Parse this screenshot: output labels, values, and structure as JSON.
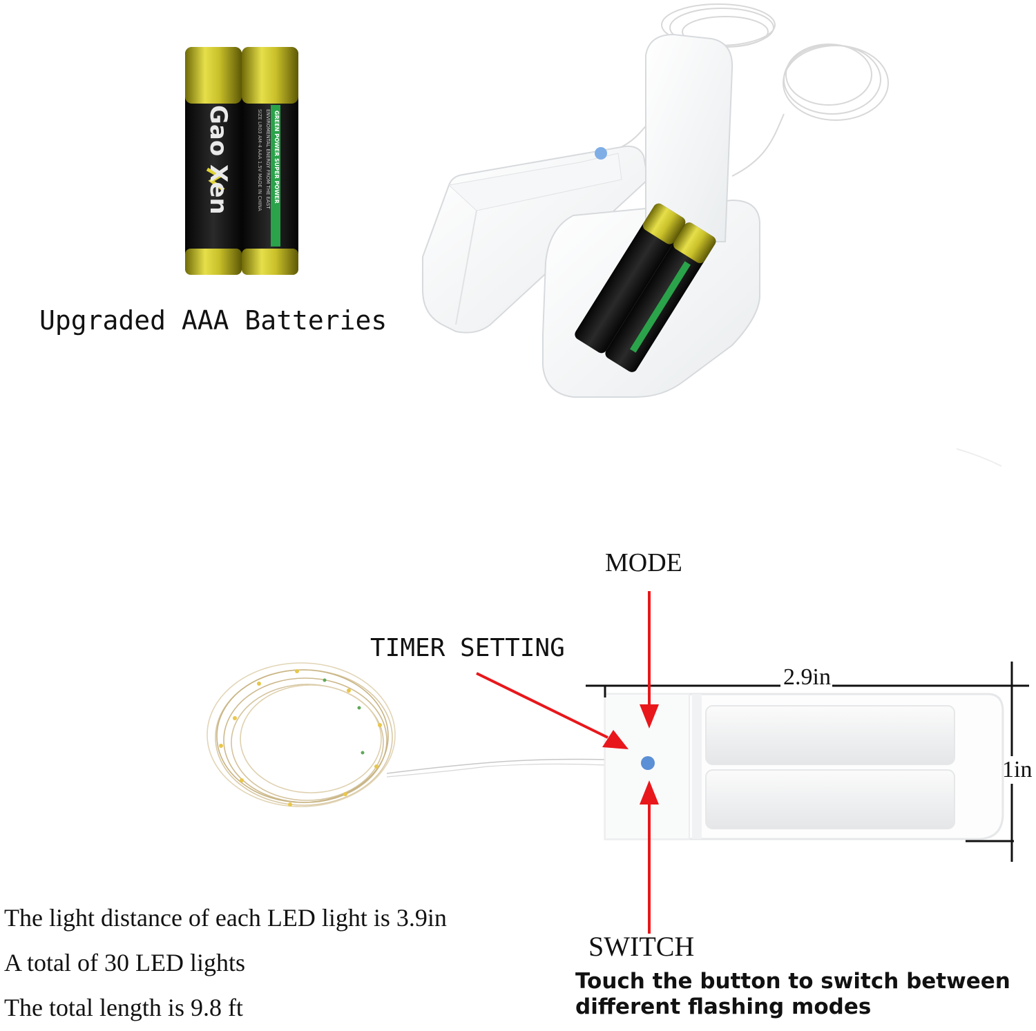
{
  "top_left": {
    "battery_caption": "Upgraded AAA Batteries",
    "battery_brand": "Gao Xen",
    "battery_slogan": "GREEN POWER SUPER POWER",
    "battery_tagline": "ENVIROMENTAL ENERGY FROM THE EAST",
    "battery_spec": "SIZE LR03 AM-4 AAA 1.5V MADE IN CHINA"
  },
  "diagram": {
    "mode_label": "MODE",
    "timer_label": "TIMER SETTING",
    "width_label": "2.9in",
    "height_label": "1in",
    "switch_label": "SWITCH",
    "switch_desc": "Touch the button to switch between different flashing modes"
  },
  "specs": [
    "The light distance of each LED light is 3.9in",
    "A total of 30 LED lights",
    "The total length is 9.8 ft"
  ],
  "colors": {
    "arrow": "#e8171b",
    "button": "#5b8fd6",
    "battery_gold": "#b9b01e",
    "battery_black": "#111111",
    "battery_green": "#2aa34a"
  }
}
